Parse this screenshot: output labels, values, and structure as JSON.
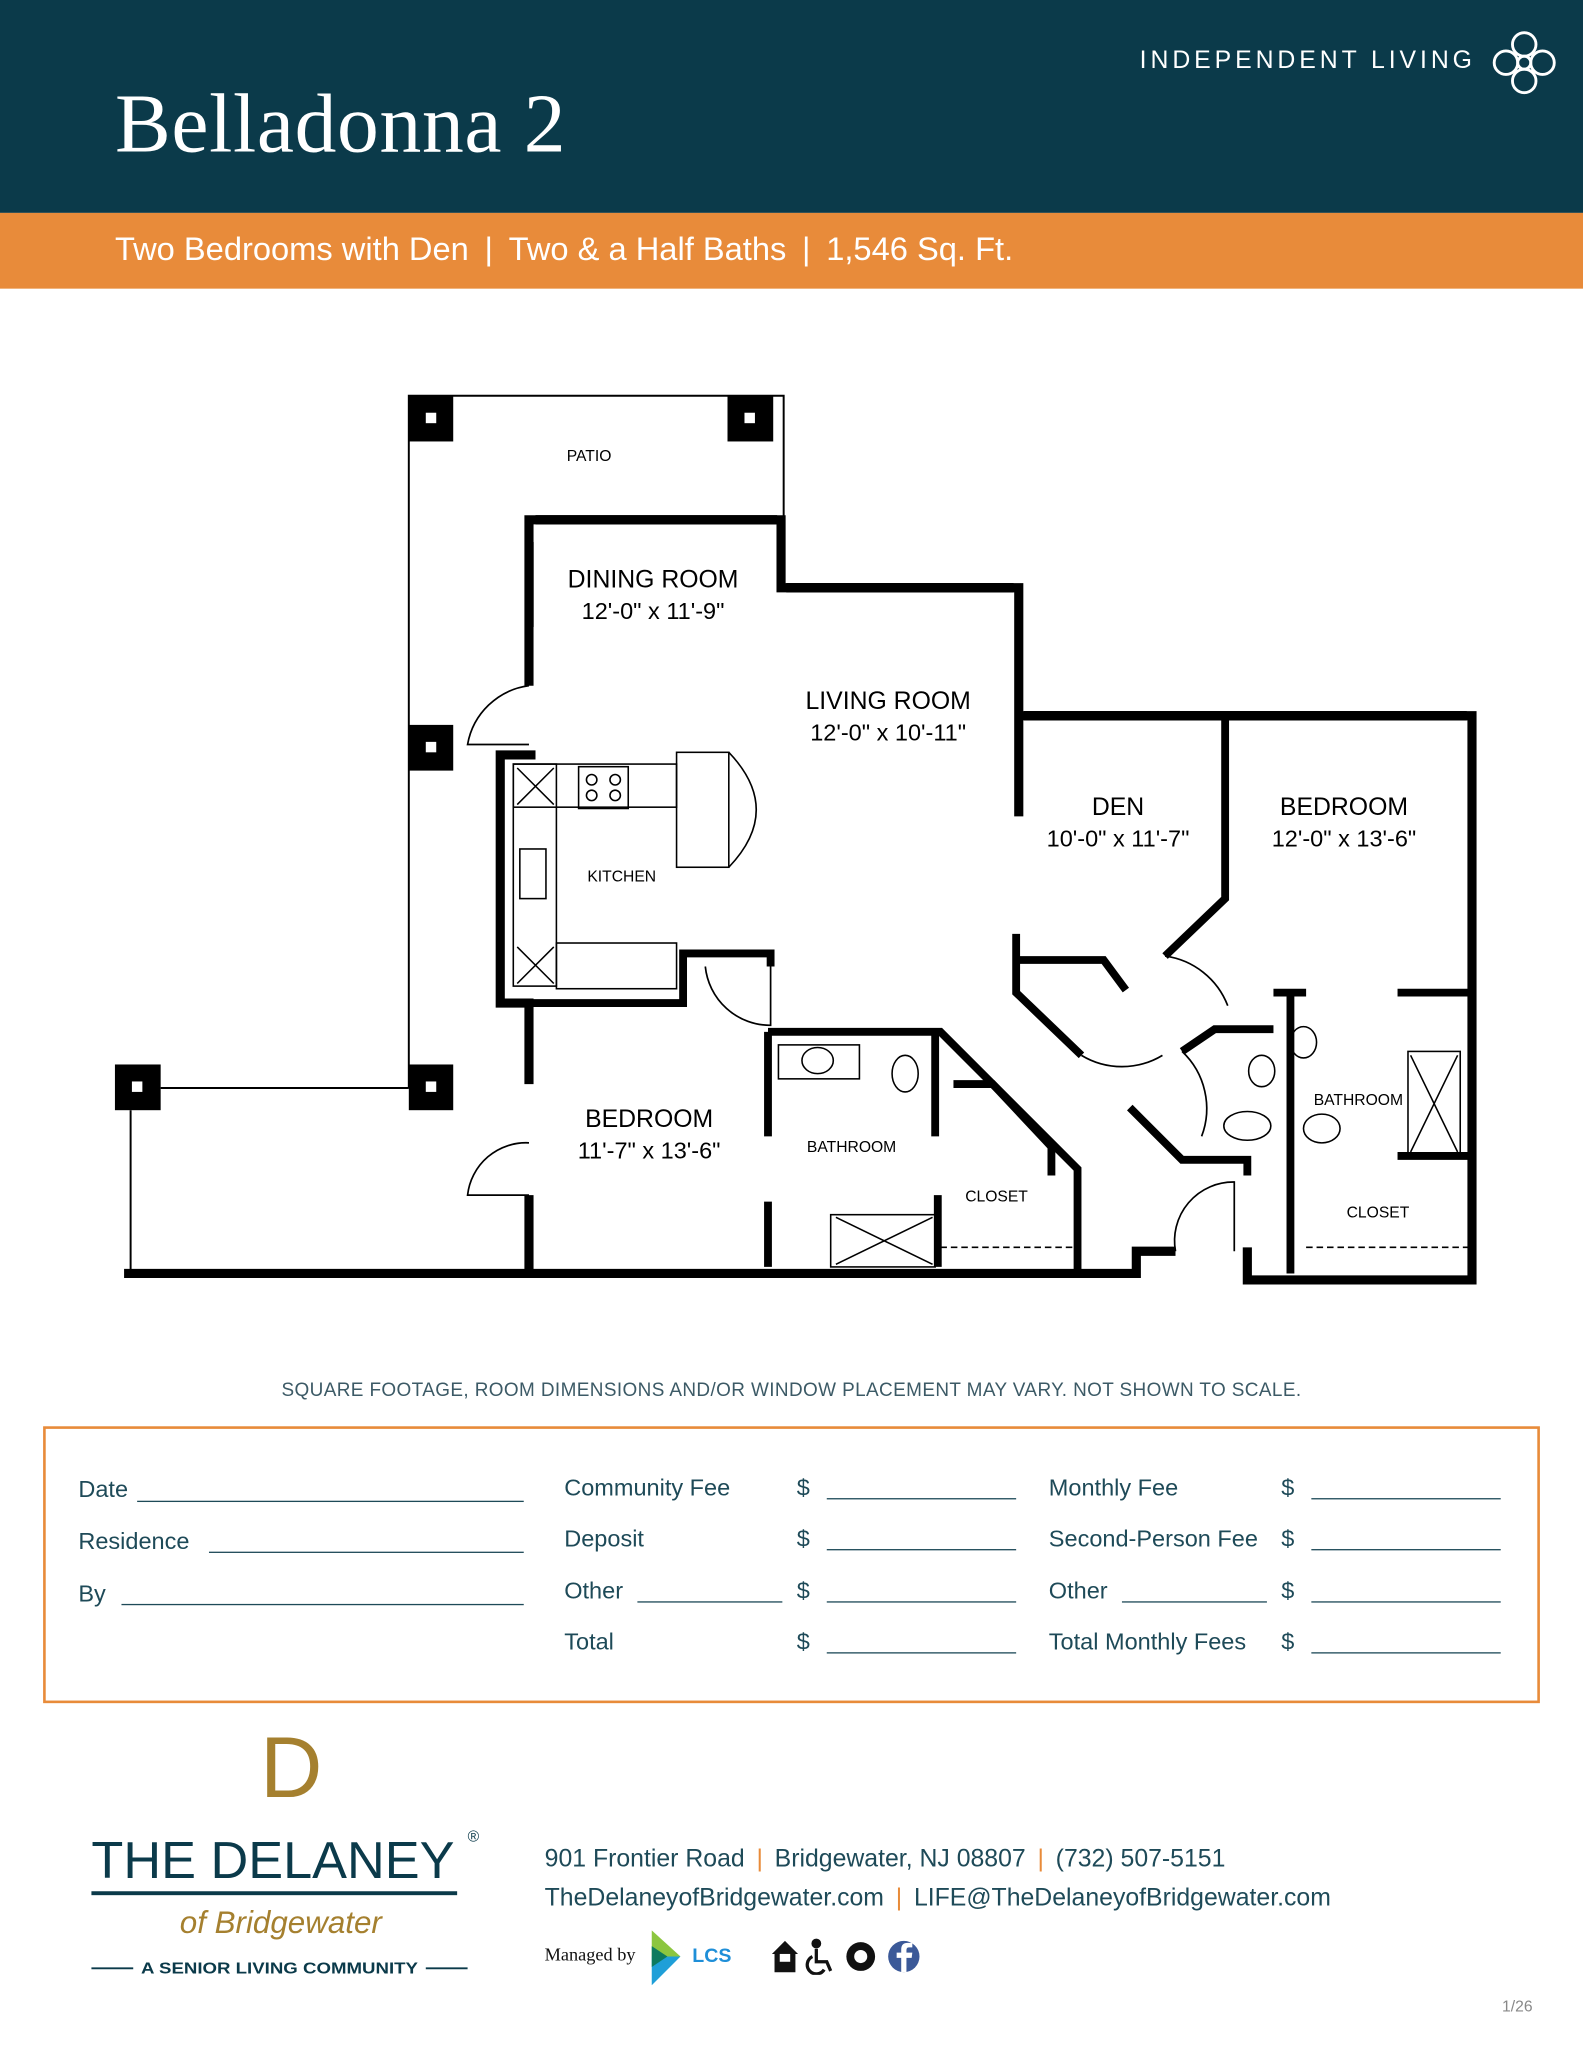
{
  "header": {
    "title": "Belladonna 2",
    "category": "INDEPENDENT LIVING",
    "category_icon": "celtic-knot-icon",
    "background_color": "#0b3a4a"
  },
  "subtitle": {
    "bedrooms": "Two Bedrooms with Den",
    "baths": "Two & a Half Baths",
    "area": "1,546 Sq. Ft.",
    "separator": "|",
    "background_color": "#e88b3a"
  },
  "floorplan": {
    "patio": "PATIO",
    "dining": {
      "name": "DINING ROOM",
      "size": "12'-0\" x 11'-9\""
    },
    "living": {
      "name": "LIVING ROOM",
      "size": "12'-0\" x 10'-11\""
    },
    "kitchen": "KITCHEN",
    "den": {
      "name": "DEN",
      "size": "10'-0\" x 11'-7\""
    },
    "bedroom1": {
      "name": "BEDROOM",
      "size": "12'-0\" x 13'-6\""
    },
    "bedroom2": {
      "name": "BEDROOM",
      "size": "11'-7\" x 13'-6\""
    },
    "bathroom1": "BATHROOM",
    "bathroom2": "BATHROOM",
    "closet1": "CLOSET",
    "closet2": "CLOSET"
  },
  "disclaimer": "SQUARE FOOTAGE, ROOM DIMENSIONS AND/OR WINDOW PLACEMENT MAY VARY. NOT SHOWN TO SCALE.",
  "form": {
    "col1": [
      "Date",
      "Residence",
      "By"
    ],
    "col2": [
      "Community Fee",
      "Deposit",
      "Other",
      "Total"
    ],
    "col3": [
      "Monthly Fee",
      "Second-Person Fee",
      "Other",
      "Total Monthly Fees"
    ],
    "currency": "$",
    "border_color": "#e88b3a"
  },
  "footer": {
    "logo": {
      "mark": "D",
      "name": "THE DELANEY",
      "registered": "®",
      "of": "of Bridgewater",
      "tagline": "A SENIOR LIVING COMMUNITY",
      "gold": "#a5802f"
    },
    "address": "901 Frontier Road",
    "city": "Bridgewater, NJ 08807",
    "phone": "(732) 507-5151",
    "website": "TheDelaneyofBridgewater.com",
    "email": "LIFE@TheDelaneyofBridgewater.com",
    "managed_by": "Managed by",
    "manager_logo": "LCS",
    "icons": [
      "equal-housing-icon",
      "wheelchair-accessible-icon",
      "seal-icon",
      "facebook-icon"
    ],
    "page": "1/26"
  }
}
